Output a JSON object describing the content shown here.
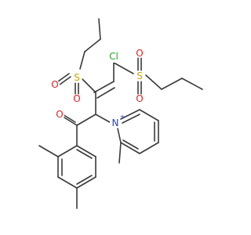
{
  "molecule": {
    "atoms": {
      "cl": {
        "symbol": "Cl",
        "color": "#2ca02c"
      },
      "s1": {
        "symbol": "S",
        "color": "#c9a800"
      },
      "s2": {
        "symbol": "S",
        "color": "#c9a800"
      },
      "o_s1a": {
        "symbol": "O",
        "color": "#e02020"
      },
      "o_s1b": {
        "symbol": "O",
        "color": "#e02020"
      },
      "o_s2a": {
        "symbol": "O",
        "color": "#e02020"
      },
      "o_s2b": {
        "symbol": "O",
        "color": "#e02020"
      },
      "o_ketone": {
        "symbol": "O",
        "color": "#e02020"
      },
      "n_pyridinium": {
        "symbol": "N",
        "color": "#2040d0",
        "charge": "+"
      }
    }
  }
}
